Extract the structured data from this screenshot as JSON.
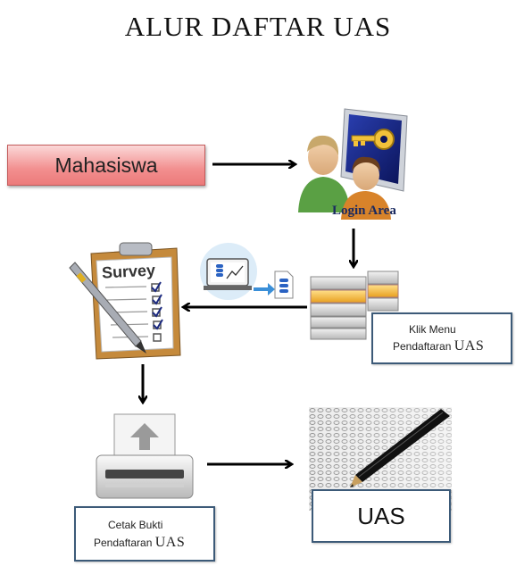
{
  "title": "ALUR DAFTAR UAS",
  "nodes": {
    "mahasiswa": "Mahasiswa",
    "login_area": "Login Area",
    "klik_menu_line1": "Klik Menu",
    "klik_menu_line2_a": "Pendaftaran ",
    "klik_menu_line2_b": "UAS",
    "survey": "Survey",
    "cetak_line1": "Cetak Bukti",
    "cetak_line2_a": "Pendaftaran ",
    "cetak_line2_b": "UAS",
    "uas": "UAS"
  },
  "colors": {
    "mahasiswa_box": "#f28f8f",
    "label_border": "#3c5a78",
    "arrow": "#000000"
  },
  "icons": [
    "login-area-icon",
    "database-menu-icon",
    "data-transfer-icon",
    "survey-clipboard-icon",
    "printer-icon",
    "exam-sheet-pen-icon"
  ]
}
